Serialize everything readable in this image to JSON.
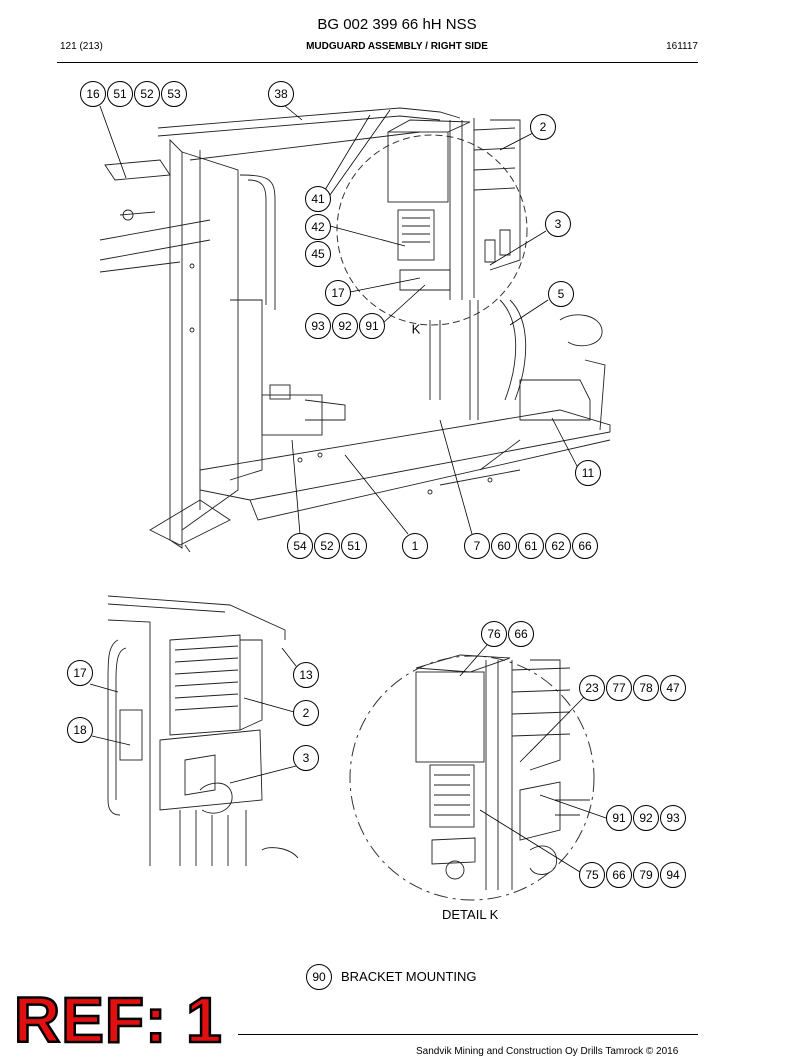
{
  "header": {
    "doc_title": "BG 002 399 66 hH NSS",
    "page": "121 (213)",
    "section": "MUDGUARD ASSEMBLY / RIGHT SIDE",
    "code": "161117"
  },
  "callouts": {
    "c16": "16",
    "c51": "51",
    "c52": "52",
    "c53": "53",
    "c38": "38",
    "c2": "2",
    "c41": "41",
    "c42": "42",
    "c45": "45",
    "c3": "3",
    "c17": "17",
    "c5": "5",
    "c93": "93",
    "c92": "92",
    "c91": "91",
    "c11": "11",
    "c54": "54",
    "c52b": "52",
    "c51b": "51",
    "c1": "1",
    "c7": "7",
    "c60": "60",
    "c61": "61",
    "c62": "62",
    "c66": "66",
    "d17": "17",
    "d13": "13",
    "d2": "2",
    "d18": "18",
    "d3": "3",
    "k76": "76",
    "k66": "66",
    "k23": "23",
    "k77": "77",
    "k78": "78",
    "k47": "47",
    "k91": "91",
    "k92": "92",
    "k93": "93",
    "k75": "75",
    "k66b": "66",
    "k79": "79",
    "k94": "94",
    "c90": "90"
  },
  "labels": {
    "k_marker": "K",
    "detail_k": "DETAIL K",
    "bracket": "BRACKET MOUNTING"
  },
  "stamp": "REF: 1",
  "footer": "Sandvik Mining and Construction Oy Drills Tamrock © 2016"
}
